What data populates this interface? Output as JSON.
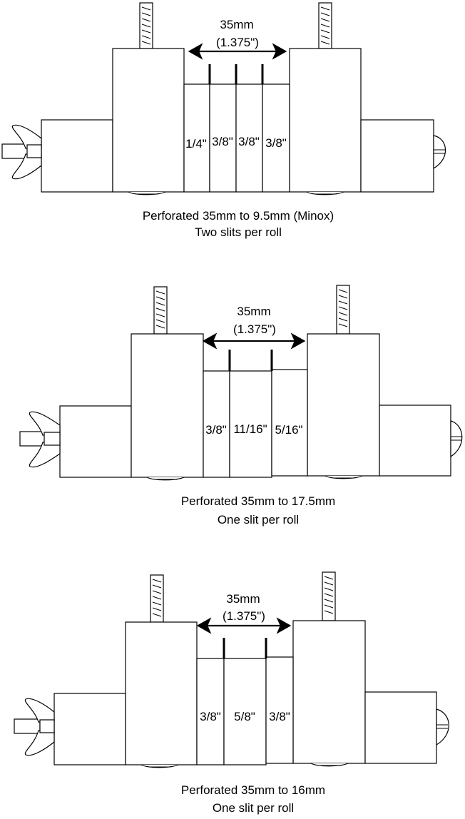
{
  "diagrams": [
    {
      "dim_mm": "35mm",
      "dim_in": "(1.375\")",
      "strips": [
        "1/4\"",
        "3/8\"",
        "3/8\"",
        "3/8\""
      ],
      "caption_line1": "Perforated 35mm to 9.5mm (Minox)",
      "caption_line2": "Two slits per roll"
    },
    {
      "dim_mm": "35mm",
      "dim_in": "(1.375\")",
      "strips": [
        "3/8\"",
        "11/16\"",
        "5/16\""
      ],
      "caption_line1": "Perforated 35mm to 17.5mm",
      "caption_line2": "One slit per roll"
    },
    {
      "dim_mm": "35mm",
      "dim_in": "(1.375\")",
      "strips": [
        "3/8\"",
        "5/8\"",
        "3/8\""
      ],
      "caption_line1": "Perforated 35mm to 16mm",
      "caption_line2": "One slit per roll"
    }
  ]
}
